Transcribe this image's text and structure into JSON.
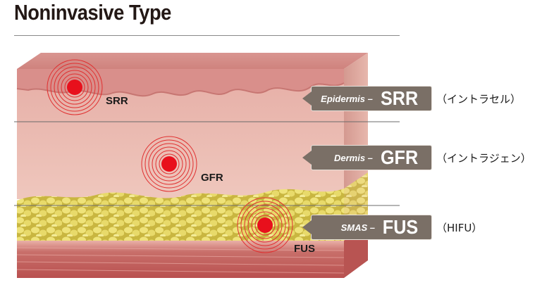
{
  "title": "Noninvasive Type",
  "markers": {
    "srr": "SRR",
    "gfr": "GFR",
    "fus": "FUS"
  },
  "callouts": [
    {
      "layer": "Epidermis –",
      "code": "SRR",
      "note": "（イントラセル）"
    },
    {
      "layer": "Dermis –",
      "code": "GFR",
      "note": "（イントラジェン）"
    },
    {
      "layer": "SMAS –",
      "code": "FUS",
      "note": "（HIFU）"
    }
  ],
  "colors": {
    "epidermis": "#dc9a95",
    "dermis": "#eab9b0",
    "fat": "#e2d463",
    "muscle": "#c56a66",
    "target": "#e8101c",
    "callout": "#7a6f66"
  }
}
